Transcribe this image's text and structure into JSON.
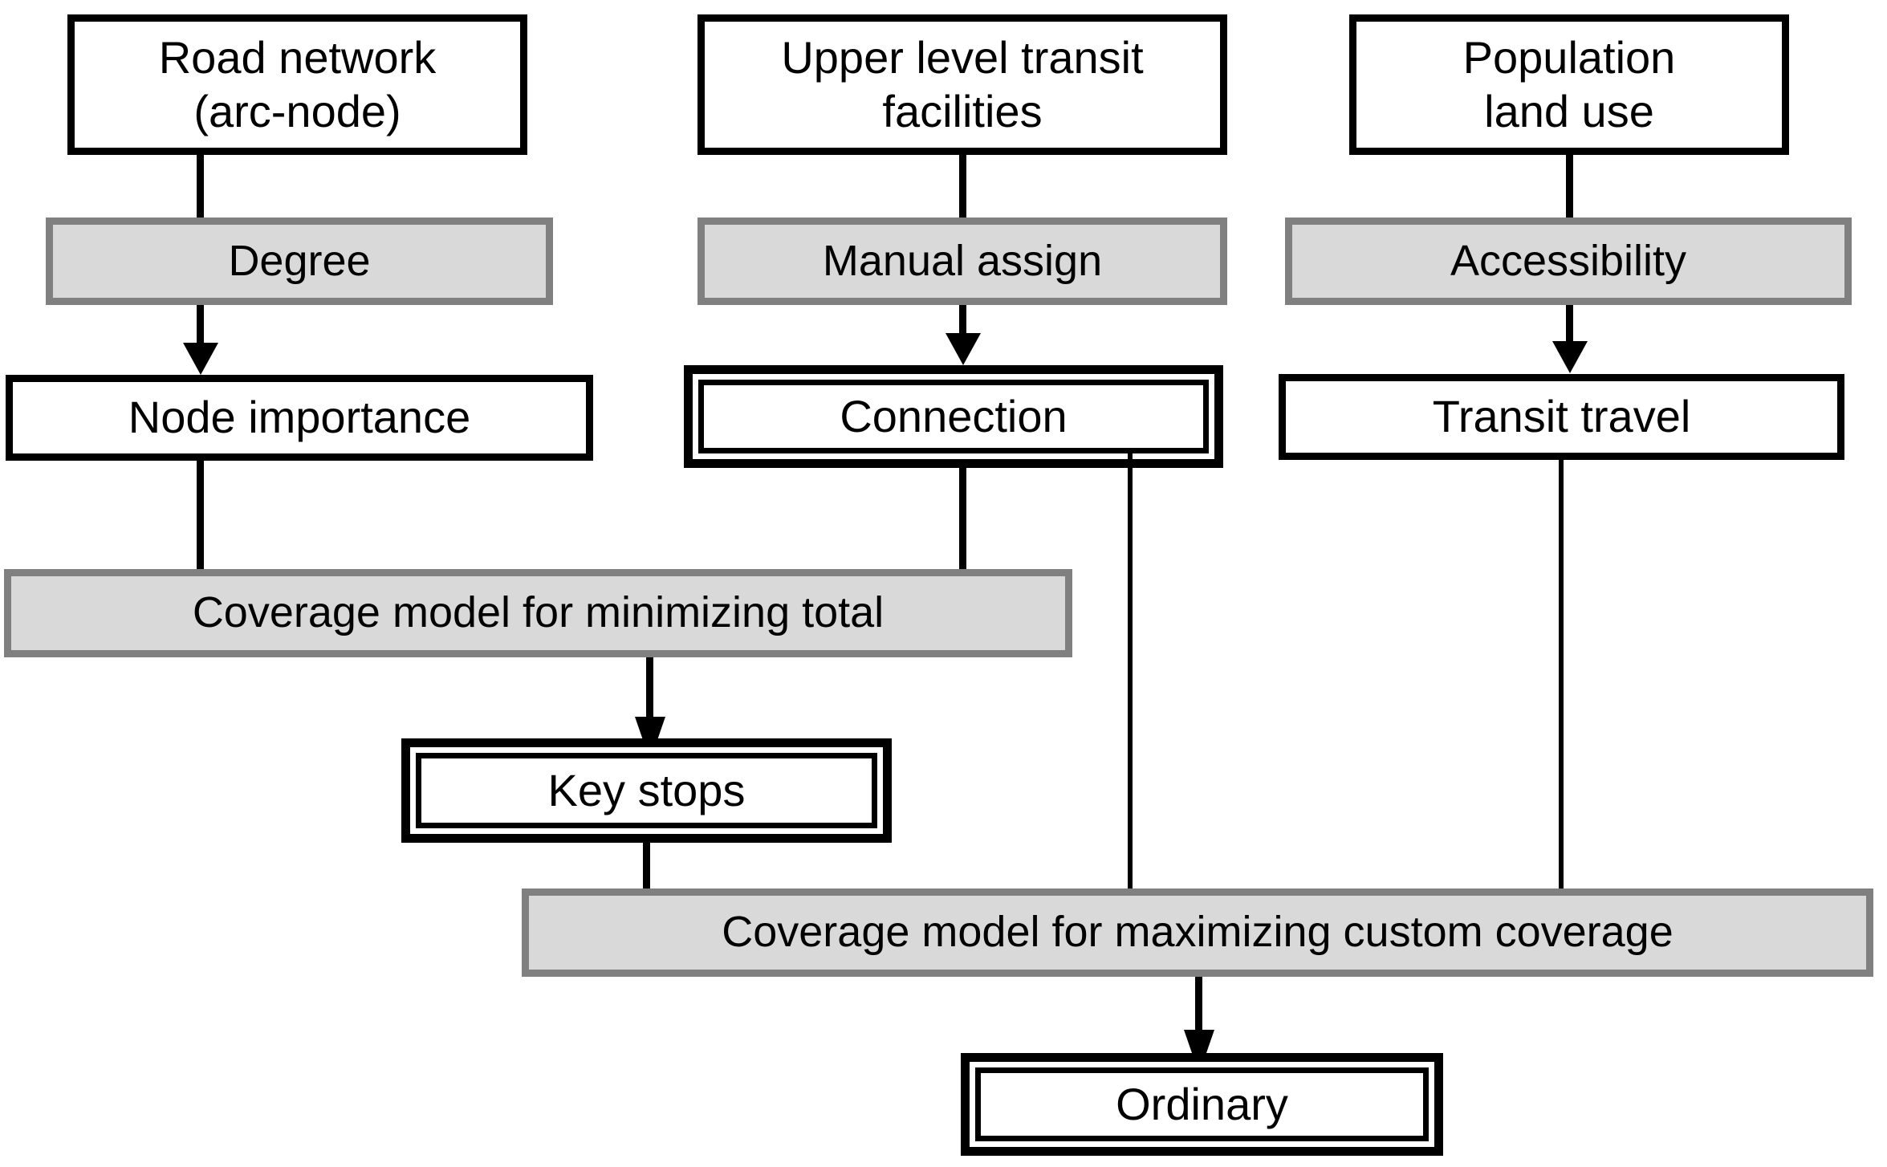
{
  "diagram": {
    "title": "Transit stop siting methodology flowchart",
    "colors": {
      "stroke": "#000000",
      "process_fill": "#d9d9d9",
      "process_stroke": "#808080",
      "background": "#ffffff"
    },
    "nodes": {
      "road_network": {
        "label": "Road network\n(arc-node)",
        "style": "data-box"
      },
      "upper_level_transit": {
        "label": "Upper level transit\nfacilities",
        "style": "data-box"
      },
      "population_land_use": {
        "label": "Population\nland use",
        "style": "data-box"
      },
      "degree": {
        "label": "Degree",
        "style": "process-box"
      },
      "manual_assign": {
        "label": "Manual assign",
        "style": "process-box"
      },
      "accessibility": {
        "label": "Accessibility",
        "style": "process-box"
      },
      "node_importance": {
        "label": "Node importance",
        "style": "data-box"
      },
      "connection": {
        "label": "Connection",
        "style": "result-box"
      },
      "transit_travel": {
        "label": "Transit travel",
        "style": "data-box"
      },
      "coverage_min": {
        "label": "Coverage model for minimizing total",
        "style": "process-box"
      },
      "key_stops": {
        "label": "Key stops",
        "style": "result-box"
      },
      "coverage_max": {
        "label": "Coverage model for maximizing custom coverage",
        "style": "process-box"
      },
      "ordinary": {
        "label": "Ordinary",
        "style": "result-box"
      }
    },
    "edges": [
      {
        "from": "road_network",
        "to": "degree",
        "arrow": false
      },
      {
        "from": "upper_level_transit",
        "to": "manual_assign",
        "arrow": false
      },
      {
        "from": "population_land_use",
        "to": "accessibility",
        "arrow": false
      },
      {
        "from": "degree",
        "to": "node_importance",
        "arrow": true
      },
      {
        "from": "manual_assign",
        "to": "connection",
        "arrow": true
      },
      {
        "from": "accessibility",
        "to": "transit_travel",
        "arrow": true
      },
      {
        "from": "node_importance",
        "to": "coverage_min",
        "arrow": false
      },
      {
        "from": "connection",
        "to": "coverage_min",
        "arrow": false
      },
      {
        "from": "connection",
        "to": "coverage_max",
        "arrow": false
      },
      {
        "from": "transit_travel",
        "to": "coverage_max",
        "arrow": false
      },
      {
        "from": "coverage_min",
        "to": "key_stops",
        "arrow": true
      },
      {
        "from": "key_stops",
        "to": "coverage_max",
        "arrow": false
      },
      {
        "from": "coverage_max",
        "to": "ordinary",
        "arrow": true
      }
    ]
  }
}
